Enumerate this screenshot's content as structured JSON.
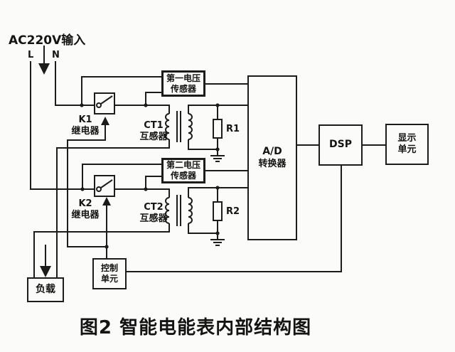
{
  "header": {
    "input_label": "AC220V输入",
    "line_l": "L",
    "line_n": "N"
  },
  "blocks": {
    "sensor1": {
      "line1": "第一电压",
      "line2": "传感器"
    },
    "sensor2": {
      "line1": "第二电压",
      "line2": "传感器"
    },
    "relay1": {
      "id": "K1",
      "name": "继电器"
    },
    "relay2": {
      "id": "K2",
      "name": "继电器"
    },
    "ct1": {
      "id": "CT1",
      "name": "互感器"
    },
    "ct2": {
      "id": "CT2",
      "name": "互感器"
    },
    "r1": {
      "label": "R1"
    },
    "r2": {
      "label": "R2"
    },
    "adc": {
      "line1": "A/D",
      "line2": "转换器"
    },
    "dsp": {
      "label": "DSP"
    },
    "display": {
      "line1": "显示",
      "line2": "单元"
    },
    "control": {
      "line1": "控制",
      "line2": "单元"
    },
    "load": {
      "label": "负载"
    }
  },
  "caption": "图2 智能电能表内部结构图",
  "colors": {
    "line": "#1c1c1c",
    "background": "#fbfbf9",
    "text": "#141414"
  }
}
